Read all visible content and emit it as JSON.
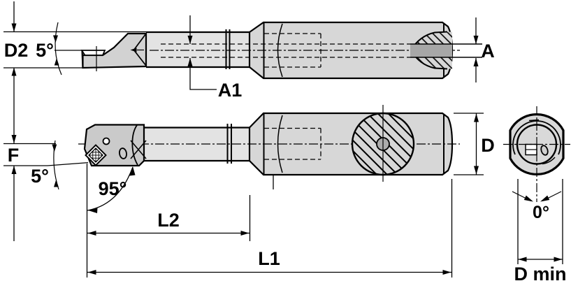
{
  "drawing": {
    "labels": {
      "d2": "D2",
      "angle_top": "5°",
      "a1": "A1",
      "a": "A",
      "f": "F",
      "angle_side": "5°",
      "lead_angle": "95°",
      "l2": "L2",
      "l1": "L1",
      "d": "D",
      "flat_angle": "0°",
      "d_min": "D min"
    },
    "colors": {
      "line": "#000000",
      "bar_body": "#e3e3e3",
      "shank": "#d7d7d7",
      "head": "#cacaca",
      "bore_band": "#a7a7a7",
      "end_view_body": "#d9d9d9",
      "background": "#ffffff"
    }
  }
}
